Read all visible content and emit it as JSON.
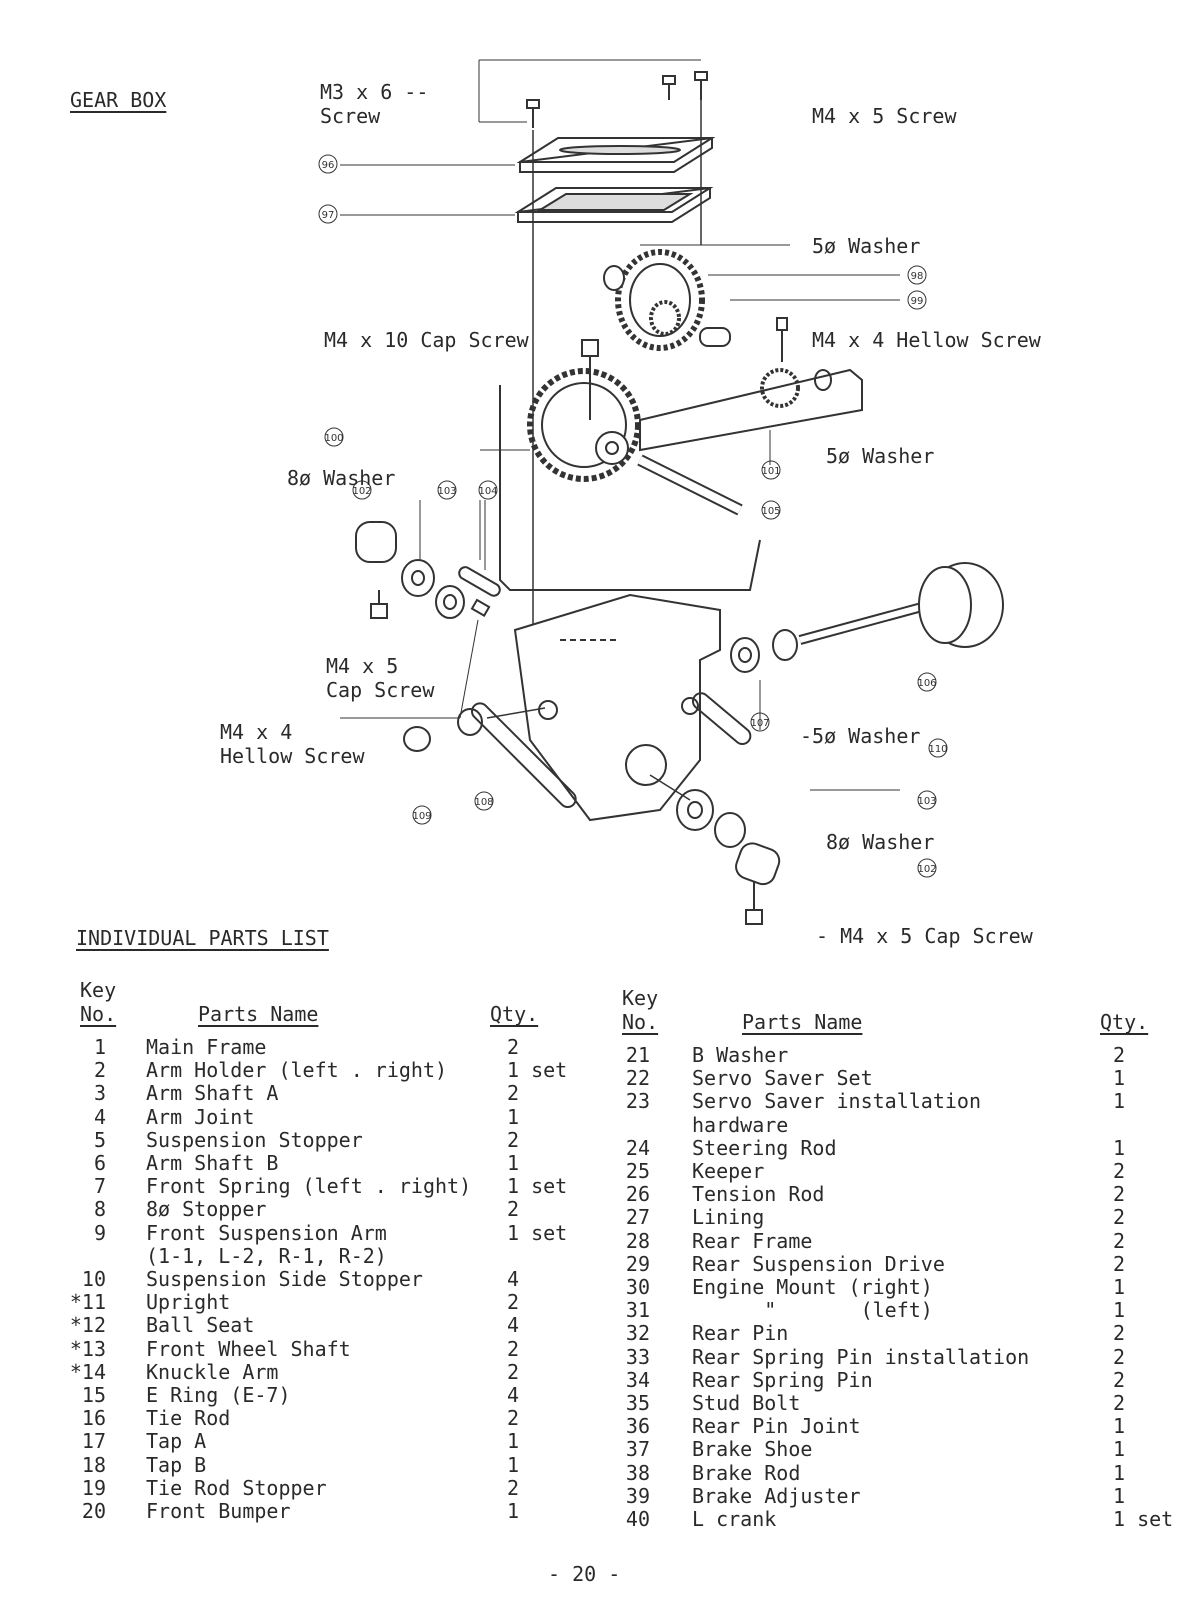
{
  "section_title": "GEAR BOX",
  "callouts": {
    "m3_screw": [
      "M3 x 6 --",
      "Screw"
    ],
    "m4_5_screw_top": "M4 x 5 Screw",
    "washer_5_a": "5ø Washer",
    "m4_10_cap": "M4 x 10 Cap Screw",
    "m4_4_hellow_right": "M4 x 4 Hellow Screw",
    "washer_5_b": "5ø Washer",
    "washer_8_left": "8ø Washer",
    "m4_5_cap_left": [
      "M4 x 5",
      "Cap Screw"
    ],
    "m4_4_hellow_left": [
      "M4 x 4",
      "Hellow Screw"
    ],
    "washer_5_c": "-5ø Washer",
    "washer_8_right": "8ø Washer",
    "m4_5_cap_bottom": "- M4 x 5 Cap Screw"
  },
  "part_numbers": [
    "96",
    "97",
    "98",
    "99",
    "100",
    "101",
    "102",
    "103",
    "104",
    "105",
    "106",
    "107",
    "110",
    "108",
    "109",
    "103",
    "102"
  ],
  "parts_list_title": "INDIVIDUAL PARTS LIST",
  "table_headers": {
    "key": "Key",
    "no": "No.",
    "name": "Parts Name",
    "qty": "Qty."
  },
  "left_parts": [
    {
      "key": "1",
      "name": "Main Frame",
      "qty": "2"
    },
    {
      "key": "2",
      "name": "Arm Holder (left . right)",
      "qty": "1 set"
    },
    {
      "key": "3",
      "name": "Arm Shaft A",
      "qty": "2"
    },
    {
      "key": "4",
      "name": "Arm Joint",
      "qty": "1"
    },
    {
      "key": "5",
      "name": "Suspension Stopper",
      "qty": "2"
    },
    {
      "key": "6",
      "name": "Arm Shaft B",
      "qty": "1"
    },
    {
      "key": "7",
      "name": "Front Spring (left . right)",
      "qty": "1 set"
    },
    {
      "key": "8",
      "name": "8ø Stopper",
      "qty": "2"
    },
    {
      "key": "9",
      "name": "Front Suspension Arm",
      "qty": "1 set"
    },
    {
      "key": "",
      "name": "(1-1, L-2, R-1, R-2)",
      "qty": ""
    },
    {
      "key": "10",
      "name": "Suspension Side Stopper",
      "qty": "4"
    },
    {
      "key": "*11",
      "name": "Upright",
      "qty": "2"
    },
    {
      "key": "*12",
      "name": "Ball Seat",
      "qty": "4"
    },
    {
      "key": "*13",
      "name": "Front Wheel Shaft",
      "qty": "2"
    },
    {
      "key": "*14",
      "name": "Knuckle Arm",
      "qty": "2"
    },
    {
      "key": "15",
      "name": "E Ring (E-7)",
      "qty": "4"
    },
    {
      "key": "16",
      "name": "Tie Rod",
      "qty": "2"
    },
    {
      "key": "17",
      "name": "Tap A",
      "qty": "1"
    },
    {
      "key": "18",
      "name": "Tap B",
      "qty": "1"
    },
    {
      "key": "19",
      "name": "Tie Rod Stopper",
      "qty": "2"
    },
    {
      "key": "20",
      "name": "Front Bumper",
      "qty": "1"
    }
  ],
  "right_parts": [
    {
      "key": "21",
      "name": "B Washer",
      "qty": "2"
    },
    {
      "key": "22",
      "name": "Servo Saver Set",
      "qty": "1"
    },
    {
      "key": "23",
      "name": "Servo Saver installation",
      "qty": "1"
    },
    {
      "key": "",
      "name": "hardware",
      "qty": ""
    },
    {
      "key": "24",
      "name": "Steering Rod",
      "qty": "1"
    },
    {
      "key": "25",
      "name": "Keeper",
      "qty": "2"
    },
    {
      "key": "26",
      "name": "Tension Rod",
      "qty": "2"
    },
    {
      "key": "27",
      "name": "Lining",
      "qty": "2"
    },
    {
      "key": "28",
      "name": "Rear Frame",
      "qty": "2"
    },
    {
      "key": "29",
      "name": "Rear Suspension Drive",
      "qty": "2"
    },
    {
      "key": "30",
      "name": "Engine Mount (right)",
      "qty": "1"
    },
    {
      "key": "31",
      "name": "      \"       (left)",
      "qty": "1"
    },
    {
      "key": "32",
      "name": "Rear Pin",
      "qty": "2"
    },
    {
      "key": "33",
      "name": "Rear Spring Pin installation",
      "qty": "2"
    },
    {
      "key": "34",
      "name": "Rear Spring Pin",
      "qty": "2"
    },
    {
      "key": "35",
      "name": "Stud Bolt",
      "qty": "2"
    },
    {
      "key": "36",
      "name": "Rear Pin Joint",
      "qty": "1"
    },
    {
      "key": "37",
      "name": "Brake Shoe",
      "qty": "1"
    },
    {
      "key": "38",
      "name": "Brake Rod",
      "qty": "1"
    },
    {
      "key": "39",
      "name": "Brake Adjuster",
      "qty": "1"
    },
    {
      "key": "40",
      "name": "L crank",
      "qty": "1 set"
    }
  ],
  "page_number": "-  20  -"
}
